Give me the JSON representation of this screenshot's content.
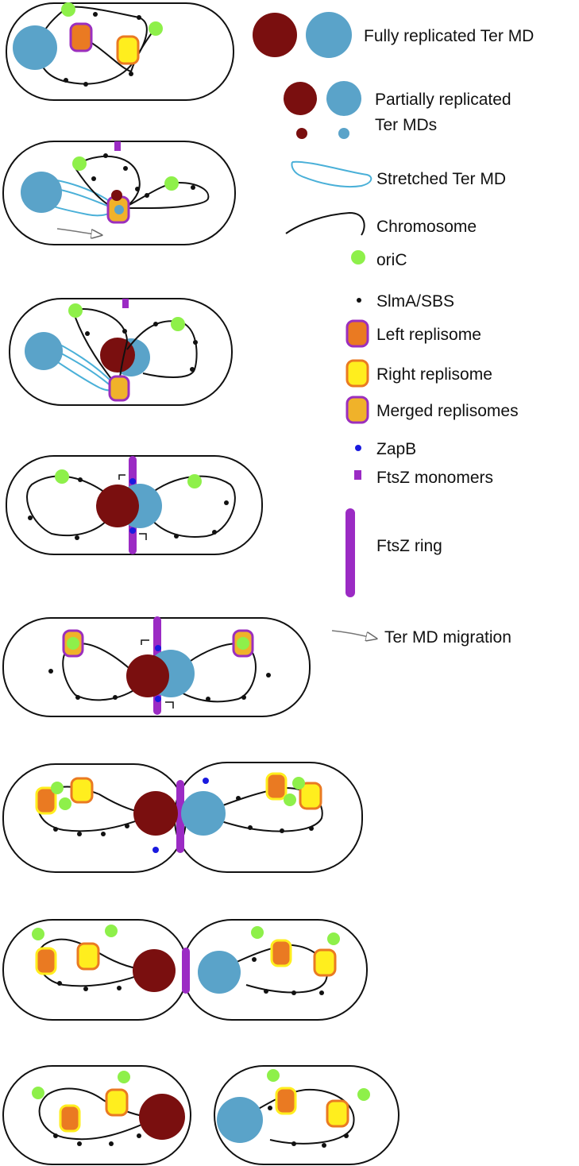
{
  "legend": {
    "fully_replicated": "Fully replicated Ter MD",
    "partially_replicated_line1": "Partially replicated",
    "partially_replicated_line2": "Ter MDs",
    "stretched": "Stretched Ter MD",
    "chromosome": "Chromosome",
    "oric": "oriC",
    "slma": "SlmA/SBS",
    "left_replisome": "Left replisome",
    "right_replisome": "Right replisome",
    "merged_replisomes": "Merged replisomes",
    "zapb": "ZapB",
    "ftsz_monomers": "FtsZ monomers",
    "ftsz_ring": "FtsZ ring",
    "migration": "Ter MD migration"
  },
  "colors": {
    "ter_dark": "#7a0f0f",
    "ter_light": "#5aa3c9",
    "oric": "#8ef04a",
    "left_replisome": "#ea7a22",
    "right_replisome": "#ffee1e",
    "merged_replisome": "#f0b22a",
    "replisome_border_left": "#9b2fbe",
    "zapb": "#1a1adf",
    "ftsz": "#9b2bc4",
    "chromosome": "#111111",
    "stretched": "#4ab0d8"
  }
}
